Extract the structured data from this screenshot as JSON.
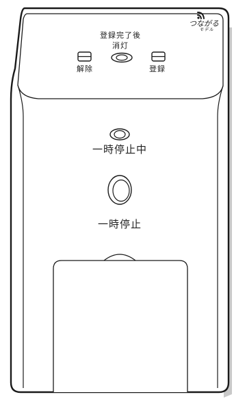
{
  "top_panel": {
    "registration_led_title": "登録完了後",
    "registration_led_subtitle": "消灯",
    "release_button_label": "解除",
    "register_button_label": "登録"
  },
  "badge": {
    "icon": "wifi-signal-icon",
    "title": "つながる",
    "subtitle": "モデル"
  },
  "middle_panel": {
    "status_led_label": "一時停止中",
    "pause_button_label": "一時停止"
  }
}
